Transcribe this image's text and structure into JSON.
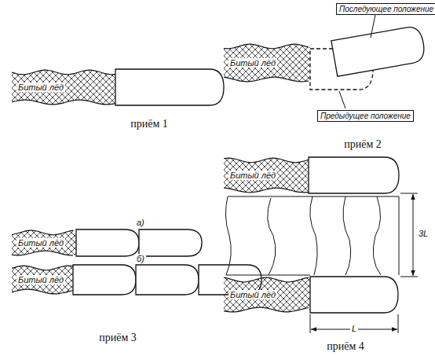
{
  "diagram": {
    "nodes": [
      {
        "text": [
          "Битый лёд"
        ]
      },
      {
        "text": [
          "Битый лёд"
        ]
      },
      {
        "text": [
          "Битый лёд"
        ]
      },
      {
        "text": [
          "Битый лёд"
        ]
      },
      {
        "text": [
          "Битый лёд"
        ]
      },
      {
        "text": [
          "Битый лёд"
        ]
      }
    ],
    "labels": [
      "Последующее положение",
      "Предыдущее положение",
      "приём 1",
      "приём 2",
      "a)",
      "б)",
      "приём 3",
      "3L",
      "L",
      "приём 4"
    ]
  }
}
